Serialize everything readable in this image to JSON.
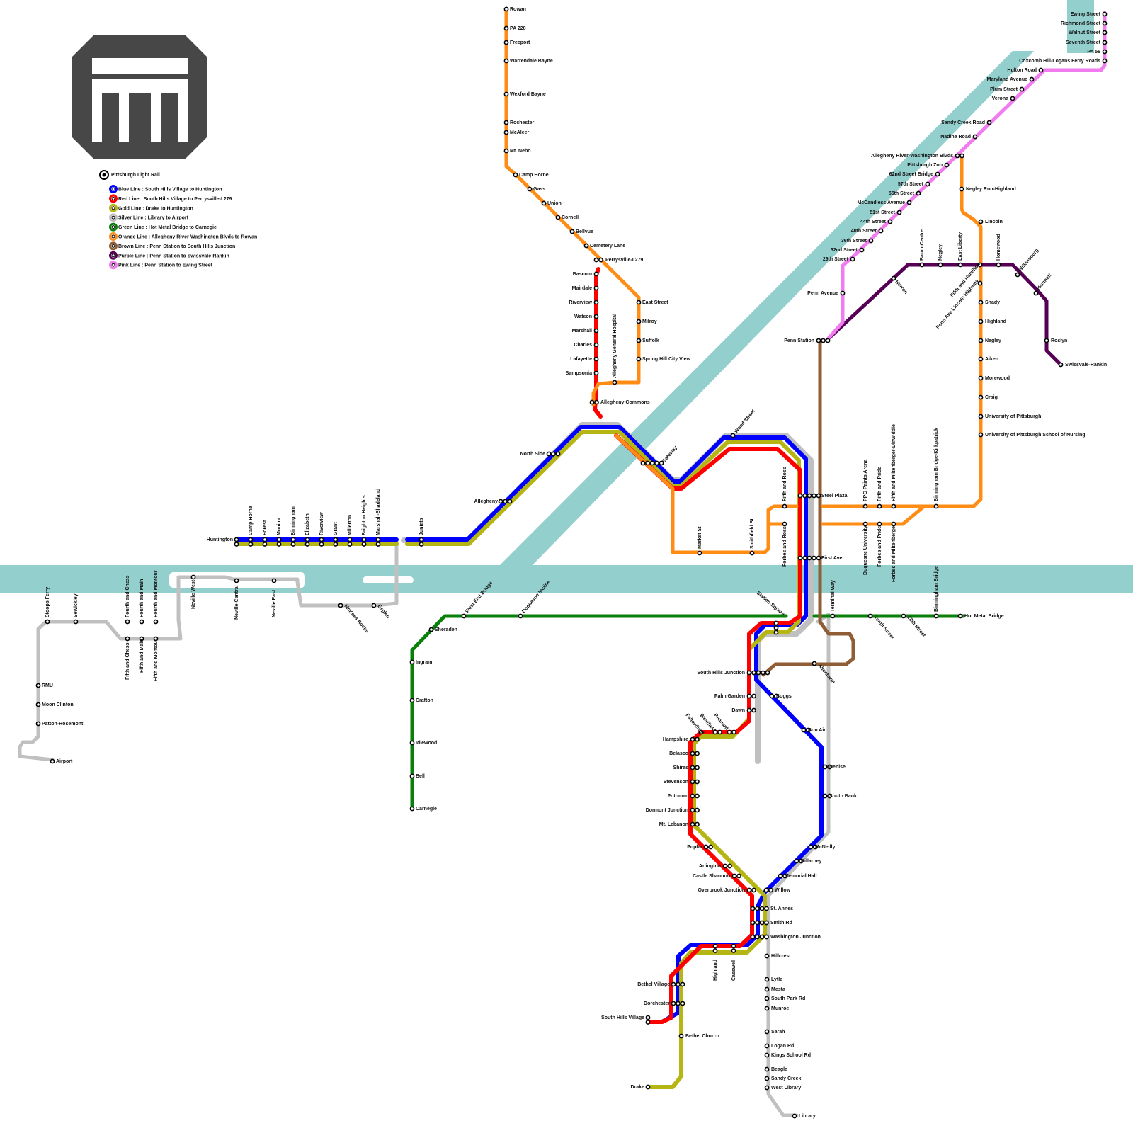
{
  "colors": {
    "blue": "#0000ff",
    "red": "#ff0000",
    "gold": "#b5b514",
    "silver": "#c0c0c0",
    "green": "#098009",
    "orange": "#ff8c14",
    "brown": "#8f5e37",
    "purple": "#550055",
    "pink": "#f07cf0",
    "river": "#93cfcd",
    "logo": "#474747"
  },
  "legend": {
    "title": "Pittsburgh Light Rail",
    "items": [
      {
        "color": "#0000ff",
        "label": "Blue Line : South Hills Village to Huntington"
      },
      {
        "color": "#ff0000",
        "label": "Red Line : South Hills Village to Perrysville-I 279"
      },
      {
        "color": "#b5b514",
        "label": "Gold Line : Drake to Huntington"
      },
      {
        "color": "#c0c0c0",
        "label": "Silver Line : Library to Airport"
      },
      {
        "color": "#098009",
        "label": "Green Line : Hot Metal Bridge to Carnegie"
      },
      {
        "color": "#ff8c14",
        "label": "Orange Line : Allegheny River-Washington Blvds to Rowan"
      },
      {
        "color": "#8f5e37",
        "label": "Brown Line : Penn Station to South Hills Junction"
      },
      {
        "color": "#550055",
        "label": "Purple Line : Penn Station to Swissvale-Rankin"
      },
      {
        "color": "#f07cf0",
        "label": "Pink Line : Penn Station to Ewing Street"
      }
    ]
  },
  "stations": {
    "rowan": "Rowan",
    "pa228": "PA 228",
    "freeport": "Freeport",
    "warrendale": "Warrendale Bayne",
    "wexford": "Wexford Bayne",
    "rochester": "Rochester",
    "mcaleer": "McAleer",
    "mtnebo": "Mt. Nebo",
    "camphorne_n": "Camp Horne",
    "gass": "Gass",
    "union": "Union",
    "cornell": "Cornell",
    "bellvue": "Bellvue",
    "cemetery": "Cemetery Lane",
    "perrysville": "Perrysville-I 279",
    "bascom": "Bascom",
    "mairdale": "Mairdale",
    "riverview_n": "Riverview",
    "watson": "Watson",
    "marshall": "Marshall",
    "charles": "Charles",
    "lafayette": "Lafayette",
    "sampsonia": "Sampsonia",
    "aghospital": "Allegheny General Hospital",
    "agcommons": "Allegheny Commons",
    "eaststreet": "East Street",
    "milroy": "Milroy",
    "suffolk": "Suffolk",
    "springhill": "Spring Hill City View",
    "northside": "North Side",
    "allegheny": "Allegheny",
    "gateway": "Gateway",
    "woodst": "Wood Street",
    "steelplaza": "Steel Plaza",
    "firstave": "First Ave",
    "fifthross": "Fifth and Ross",
    "forbesross": "Forbes and Ross",
    "marketst": "Market St",
    "smithfield": "Smithfield St",
    "ppg": "PPG Paints Arena",
    "fifthpride": "Fifth and Pride",
    "fifthmilt": "Fifth and Miltenberger-Dinwiddie",
    "duquesneu": "Duquesne University",
    "forbespride": "Forbes and Pride",
    "forbesmilt": "Forbes and Miltenberger",
    "bbkirk": "Birmingham Bridge-Kirkpatrick",
    "birmbridge": "Birmingham Bridge",
    "huntington": "Huntington",
    "camphorne_w": "Camp Horne",
    "forest": "Forest",
    "monitor": "Monitor",
    "birmingham": "Birmingham",
    "elizabeth": "Elizabeth",
    "riverview_w": "Riverview",
    "grant": "Grant",
    "millerton": "Millerton",
    "brighton": "Brighton Heights",
    "marshallshade": "Marshall-Shadeland",
    "juniata": "Juniata",
    "stoops": "Stoops Ferry",
    "sewickley": "Sewickley",
    "fourthchess": "Fourth and Chess",
    "fourthmain": "Fourth and Main",
    "fourthmontour": "Fourth and Montour",
    "fifthchess": "Fifth and Chess",
    "fifthmain": "Fifth and Main",
    "fifthmontour": "Fifth and Montour",
    "nevillewest": "Neville West",
    "nevillecentral": "Neville Central",
    "nevilleeast": "Neville East",
    "mckees": "McKees Rocks",
    "esplen": "Esplen",
    "rmu": "RMU",
    "moonclinton": "Moon Clinton",
    "patton": "Patton-Rosemont",
    "airport": "Airport",
    "westend": "West End Bridge",
    "duqincline": "Duquesne Incline",
    "sheraden": "Sheraden",
    "ingram": "Ingram",
    "crafton": "Crafton",
    "idlewood": "Idlewood",
    "bell": "Bell",
    "carnegie": "Carnegie",
    "stationsq": "Station Square",
    "terminalway": "Terminal Way",
    "tenthst": "Tenth Street",
    "eighteenth": "18th Street",
    "hotmetal": "Hot Metal Bridge",
    "shj": "South Hills Junction",
    "allentown": "Allentown",
    "palmgarden": "Palm Garden",
    "dawn": "Dawn",
    "boggs": "Boggs",
    "fallowfield": "Fallowfield",
    "westfield": "Westfield",
    "pennant": "Pennant",
    "bonair": "Bon Air",
    "hampshire": "Hampshire",
    "belasco": "Belasco",
    "shiras": "Shiras",
    "stevenson": "Stevenson",
    "potomac": "Potomac",
    "dormont": "Dormont Junction",
    "mtlebanon": "Mt. Lebanon",
    "denise": "Denise",
    "southbank": "South Bank",
    "poplar": "Poplar",
    "mcneilly": "McNeilly",
    "arlington": "Arlington",
    "killarney": "Killarney",
    "castleshannon": "Castle Shannon",
    "memorialhall": "Memorial Hall",
    "overbrook": "Overbrook Junction",
    "willow": "Willow",
    "stannes": "St. Annes",
    "smithrd": "Smith Rd",
    "washjct": "Washington Junction",
    "highland_s": "Highland",
    "casswell": "Casswell",
    "hillcrest": "Hillcrest",
    "bethelvillage": "Bethel Village",
    "dorchester": "Dorchester",
    "shv": "South Hills Village",
    "bethelchurch": "Bethel Church",
    "drake": "Drake",
    "lytle": "Lytle",
    "mesta": "Mesta",
    "southparkrd": "South Park Rd",
    "munroe": "Munroe",
    "sarah": "Sarah",
    "loganrd": "Logan Rd",
    "kingsschool": "Kings School Rd",
    "beagle": "Beagle",
    "sandycreek_s": "Sandy Creek",
    "westlibrary": "West Library",
    "library": "Library",
    "pennstation": "Penn Station",
    "pennave": "Penn Avenue",
    "herron": "Herron",
    "baumcentre": "Baum-Centre",
    "negley_p": "Negley",
    "eastliberty": "East Liberty",
    "homewood": "Homewood",
    "wilkinsburg": "Wilkinsburg",
    "hamnett": "Hamnett",
    "roslyn": "Roslyn",
    "swissvale": "Swissvale-Rankin",
    "ewing": "Ewing Street",
    "richmond": "Richmond Street",
    "walnut": "Walnut Street",
    "seventh": "Seventh Street",
    "pa56": "PA 56",
    "coxcomb": "Coxcomb Hill-Logans Ferry Roads",
    "hulton": "Hulton Road",
    "maryland": "Maryland Avenue",
    "plum": "Plum Street",
    "verona": "Verona",
    "sandycreekrd": "Sandy Creek Road",
    "nadine": "Nadine Road",
    "arwb": "Allegheny River-Washington Blvds",
    "pghzoo": "Pittsburgh Zoo",
    "62nd": "62nd Street Bridge",
    "57th": "57th Street",
    "55th": "55th Street",
    "mccandless": "McCandless Avenue",
    "51st": "51st Street",
    "44th": "44th Street",
    "40th": "40th Street",
    "36th": "36th Street",
    "32nd": "32nd Street",
    "29th": "29th Street",
    "negleyrun": "Negley Run-Highland",
    "lincoln": "Lincoln",
    "fifthhamilton": "Fifth and Hamilton",
    "pennlincoln": "Penn Ave-Lincoln Highway",
    "shady": "Shady",
    "highland_e": "Highland",
    "negley_e": "Negley",
    "aiken": "Aiken",
    "morewood": "Morewood",
    "craig": "Craig",
    "upitt": "University of Pittsburgh",
    "upittnursing": "University of Pittsburgh School of Nursing"
  }
}
